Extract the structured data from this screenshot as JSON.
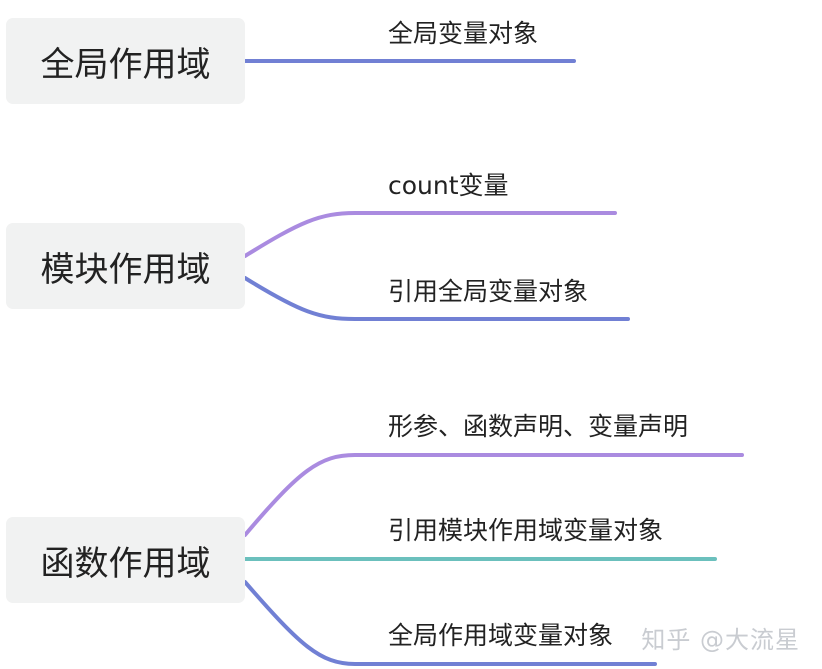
{
  "diagram": {
    "colors": {
      "node_bg": "#f1f2f2",
      "blue": "#7180d4",
      "purple": "#aa8be0",
      "teal": "#6bc0bd"
    },
    "groups": [
      {
        "title": "全局作用域",
        "children": [
          {
            "label": "全局变量对象",
            "color": "blue"
          }
        ]
      },
      {
        "title": "模块作用域",
        "children": [
          {
            "label": "count变量",
            "color": "purple"
          },
          {
            "label": "引用全局变量对象",
            "color": "blue"
          }
        ]
      },
      {
        "title": "函数作用域",
        "children": [
          {
            "label": "形参、函数声明、变量声明",
            "color": "purple"
          },
          {
            "label": "引用模块作用域变量对象",
            "color": "teal"
          },
          {
            "label": "全局作用域变量对象",
            "color": "blue"
          }
        ]
      }
    ]
  },
  "watermark": "知乎 @大流星"
}
